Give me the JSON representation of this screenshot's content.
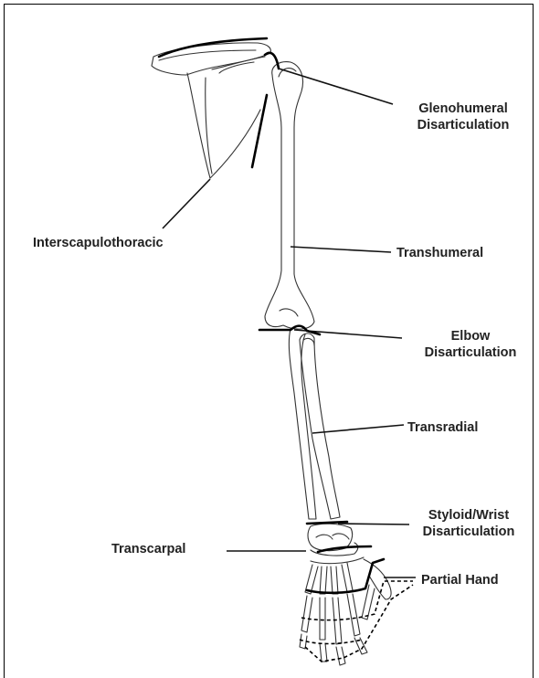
{
  "labels": {
    "glenohumeral": [
      "Glenohumeral",
      "Disarticulation"
    ],
    "interscapulothoracic": "Interscapulothoracic",
    "transhumeral": "Transhumeral",
    "elbow": [
      "Elbow",
      "Disarticulation"
    ],
    "transradial": "Transradial",
    "styloid_wrist": [
      "Styloid/Wrist",
      "Disarticulation"
    ],
    "transcarpal": "Transcarpal",
    "partial_hand": "Partial Hand"
  },
  "colors": {
    "line": "#000000",
    "bone_outline": "#333333",
    "text": "#222222",
    "background": "#ffffff"
  }
}
